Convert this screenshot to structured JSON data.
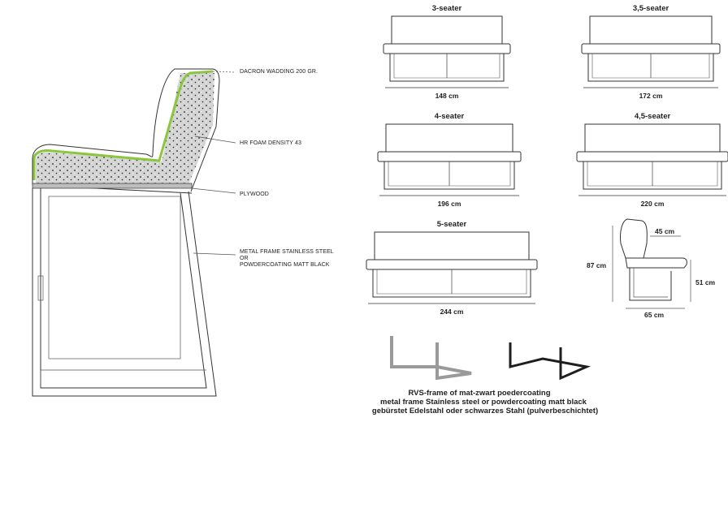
{
  "callouts": {
    "dacron": "DACRON  WADDING 200 GR.",
    "hr_foam": "HR FOAM DENSITY 43",
    "plywood": "PLYWOOD",
    "metal_frame_1": "METAL FRAME STAINLESS STEEL",
    "metal_frame_2": "OR",
    "metal_frame_3": "POWDERCOATING MATT BLACK"
  },
  "sofas": [
    {
      "title": "3-seater",
      "width": "148 cm"
    },
    {
      "title": "3,5-seater",
      "width": "172 cm"
    },
    {
      "title": "4-seater",
      "width": "196 cm"
    },
    {
      "title": "4,5-seater",
      "width": "220 cm"
    },
    {
      "title": "5-seater",
      "width": "244 cm"
    }
  ],
  "side_view": {
    "height": "87 cm",
    "seat_depth": "45 cm",
    "seat_height": "51 cm",
    "depth": "65 cm"
  },
  "caption": [
    "RVS-frame of mat-zwart poedercoating",
    "metal frame Stainless steel or powdercoating matt black",
    "gebürstet Edelstahl oder schwarzes Stahl (pulverbeschichtet)"
  ],
  "colors": {
    "dacron_green": "#8cc63f",
    "foam_gray": "#d4d4d4",
    "steel_gray": "#9a9a9a",
    "black_frame": "#1e1e1e"
  }
}
